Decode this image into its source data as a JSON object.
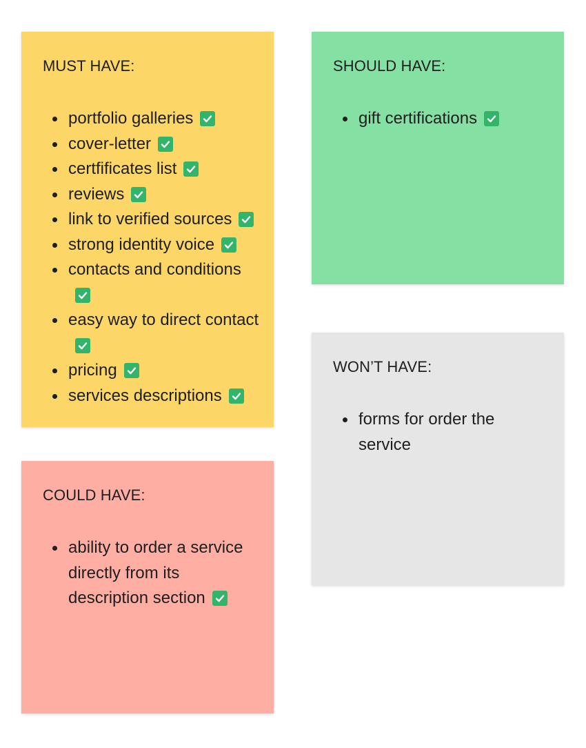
{
  "must": {
    "title": "MUST HAVE:",
    "color": "#fcd666",
    "items": [
      {
        "text": "portfolio galleries",
        "checked": true
      },
      {
        "text": "cover-letter",
        "checked": true
      },
      {
        "text": "certfificates list",
        "checked": true
      },
      {
        "text": "reviews",
        "checked": true
      },
      {
        "text": "link to verified sources",
        "checked": true
      },
      {
        "text": "strong identity voice",
        "checked": true
      },
      {
        "text": "contacts and conditions",
        "checked": true
      },
      {
        "text": "easy way to direct contact",
        "checked": true
      },
      {
        "text": "pricing",
        "checked": true
      },
      {
        "text": "services descriptions",
        "checked": true
      }
    ]
  },
  "should": {
    "title": "SHOULD HAVE:",
    "color": "#85e0a3",
    "items": [
      {
        "text": "gift certifications",
        "checked": true
      }
    ]
  },
  "wont": {
    "title": "WON’T HAVE:",
    "color": "#e6e6e6",
    "items": [
      {
        "text": "forms for order the service",
        "checked": false
      }
    ]
  },
  "could": {
    "title": "COULD HAVE:",
    "color": "#ffaea4",
    "items": [
      {
        "text": "ability to order a service directly from its description section",
        "checked": true
      }
    ]
  },
  "icons": {
    "check": "check-box-icon",
    "check_color": "#33b46b",
    "bullet": "bullet-icon"
  }
}
